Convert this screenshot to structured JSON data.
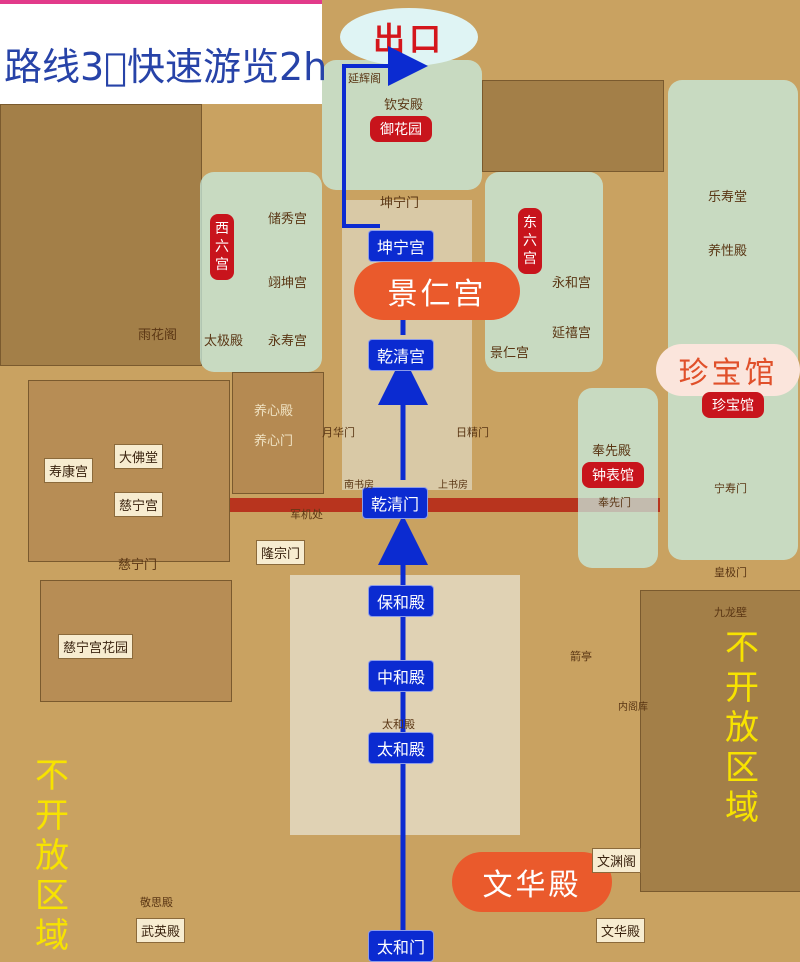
{
  "title": "路线3⃣️快速游览2h",
  "exit_label": "出口",
  "route_points": [
    {
      "label": "坤宁宫"
    },
    {
      "label": "乾清宫"
    },
    {
      "label": "乾清门"
    },
    {
      "label": "保和殿"
    },
    {
      "label": "中和殿"
    },
    {
      "label": "太和殿"
    },
    {
      "label": "太和门"
    }
  ],
  "highlights": {
    "jingren": "景仁宫",
    "zhenbao_big": "珍宝馆",
    "wenhua": "文华殿",
    "zhenbao_small": "珍宝馆",
    "clock": "钟表馆",
    "garden": "御花园",
    "west_six": "西六宫",
    "east_six": "东六宫"
  },
  "closed_areas": {
    "left": "不开放区域",
    "right": "不开放区域"
  },
  "places": {
    "yanhui": "延辉阁",
    "qinan": "钦安殿",
    "kunning_gate": "坤宁门",
    "chuxiu": "储秀宫",
    "yikun": "翊坤宫",
    "taiji": "太极殿",
    "yongshou": "永寿宫",
    "yonghe": "永和宫",
    "yanxi": "延禧宫",
    "jingren_small": "景仁宫",
    "yangxin": "养心殿",
    "yangxin_gate": "养心门",
    "fengxian": "奉先殿",
    "fengxian_gate": "奉先门",
    "leshou": "乐寿堂",
    "yangxing": "养性殿",
    "ningshou_gate": "宁寿门",
    "huangji_gate": "皇极门",
    "jiulongbi": "九龙壁",
    "shoukang": "寿康宫",
    "dafo": "大佛堂",
    "cining": "慈宁宫",
    "cining_gate": "慈宁门",
    "cining_garden": "慈宁宫花园",
    "longzong": "隆宗门",
    "junji": "军机处",
    "yuehua": "月华门",
    "rijing": "日精门",
    "nanshufang": "南书房",
    "shangshufang": "上书房",
    "yuhua": "雨花阁",
    "wenyuan": "文渊阁",
    "wenhua_small": "文华殿",
    "wuying": "武英殿",
    "jingsi": "敬思殿",
    "jianting": "箭亭",
    "neige": "内阁库",
    "taihe_small": "太和殿"
  }
}
